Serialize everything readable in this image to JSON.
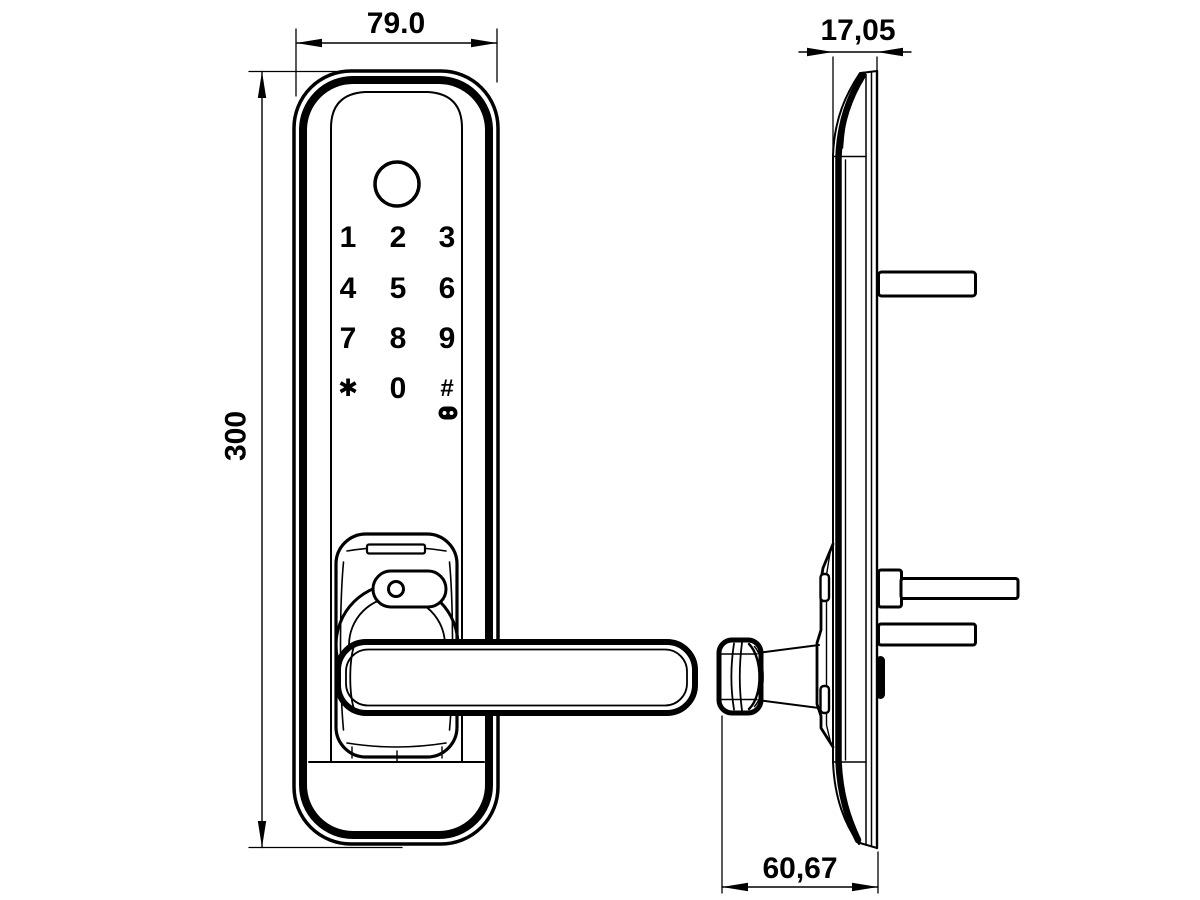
{
  "colors": {
    "background": "#ffffff",
    "line": "#000000",
    "text": "#000000"
  },
  "dimensions": {
    "front_width": "79.0",
    "front_height": "300",
    "side_thickness": "17,05",
    "side_depth": "60,67"
  },
  "keypad": {
    "keys": [
      "1",
      "2",
      "3",
      "4",
      "5",
      "6",
      "7",
      "8",
      "9",
      "✱",
      "0",
      "#"
    ]
  },
  "icons": {
    "sensor": "fingerprint-sensor",
    "keypad_bottom": "doorbell"
  }
}
